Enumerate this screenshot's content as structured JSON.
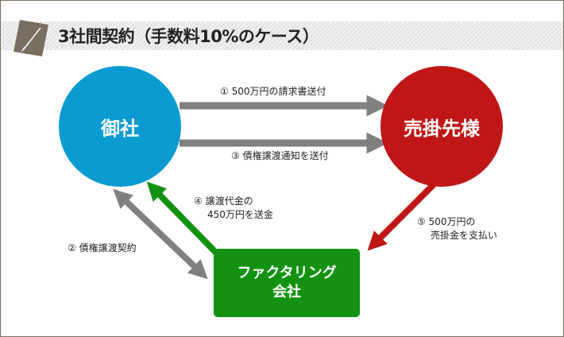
{
  "title": "3社間契約（手数料10%のケース）",
  "nodes": {
    "company": "御社",
    "customer": "売掛先様",
    "factoring_line1": "ファクタリング",
    "factoring_line2": "会社"
  },
  "steps": {
    "s1": "① 500万円の請求書送付",
    "s2": "② 債権譲渡契約",
    "s3": "③ 債権譲渡通知を送付",
    "s4_line1": "④ 譲渡代金の",
    "s4_line2": "450万円を送金",
    "s5_line1": "⑤ 500万円の",
    "s5_line2": "売掛金を支払い"
  },
  "colors": {
    "blue": "#0a9bd2",
    "red": "#c01616",
    "green": "#139212",
    "gray": "#808080"
  }
}
